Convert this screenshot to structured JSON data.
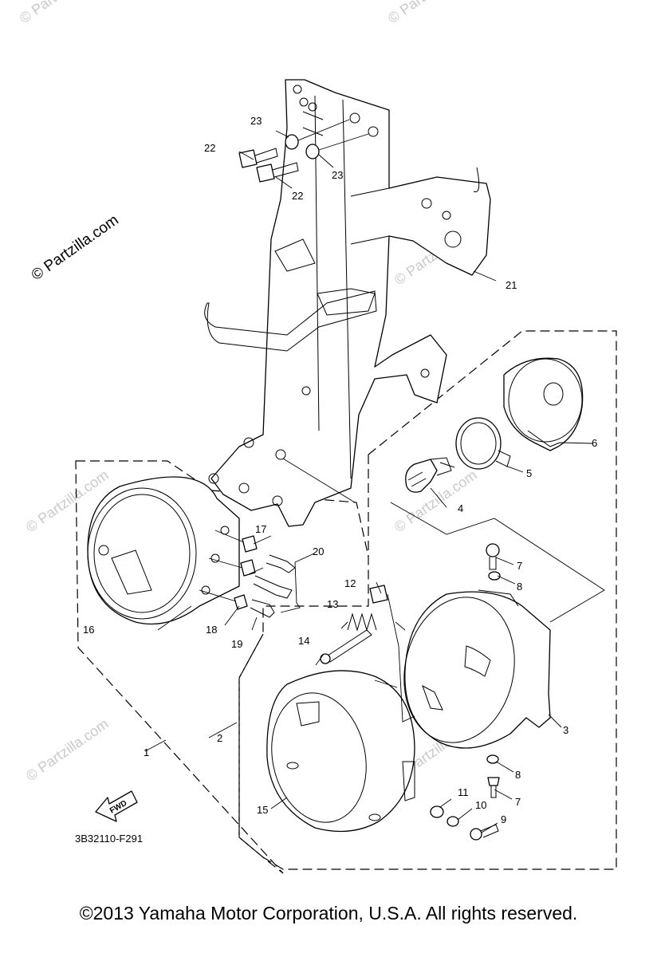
{
  "watermark": {
    "brand": "© Partzilla.com",
    "faint": "© Partzilla.com"
  },
  "drawing_code": "3B32110-F291",
  "fwd_label": "FWD",
  "footer": "©2013  Yamaha Motor Corporation, U.S.A. All rights reserved.",
  "callouts": [
    "1",
    "2",
    "3",
    "4",
    "5",
    "6",
    "7",
    "7",
    "8",
    "8",
    "9",
    "10",
    "11",
    "12",
    "13",
    "14",
    "15",
    "16",
    "17",
    "18",
    "19",
    "20",
    "21",
    "22",
    "22",
    "23",
    "23"
  ]
}
